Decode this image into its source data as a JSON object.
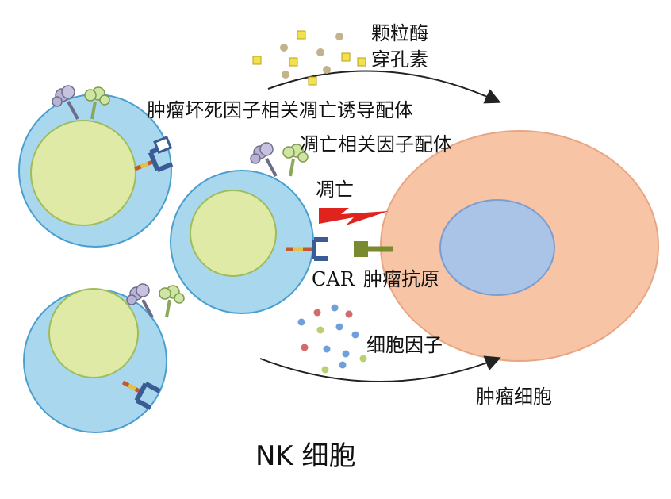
{
  "labels": {
    "granzyme": "颗粒酶",
    "perforin": "穿孔素",
    "trail": "肿瘤坏死因子相关凋亡诱导配体",
    "fasl": "凋亡相关因子配体",
    "apoptosis": "凋亡",
    "car": "CAR",
    "tumor_antigen": "肿瘤抗原",
    "cytokines": "细胞因子",
    "tumor_cell": "肿瘤细胞",
    "nk_cell": "NK 细胞"
  },
  "colors": {
    "nk_membrane": "#a9d8ee",
    "nk_nucleus": "#dfeaa6",
    "tumor_cytoplasm": "#f7c4a6",
    "tumor_nucleus": "#aac4e8",
    "granule_yellow": "#f2e14a",
    "granule_olive": "#c2b389",
    "apoptosis_bolt": "#e0231c",
    "car_receptor": "#3a5c96",
    "antigen": "#7a8a2e"
  }
}
